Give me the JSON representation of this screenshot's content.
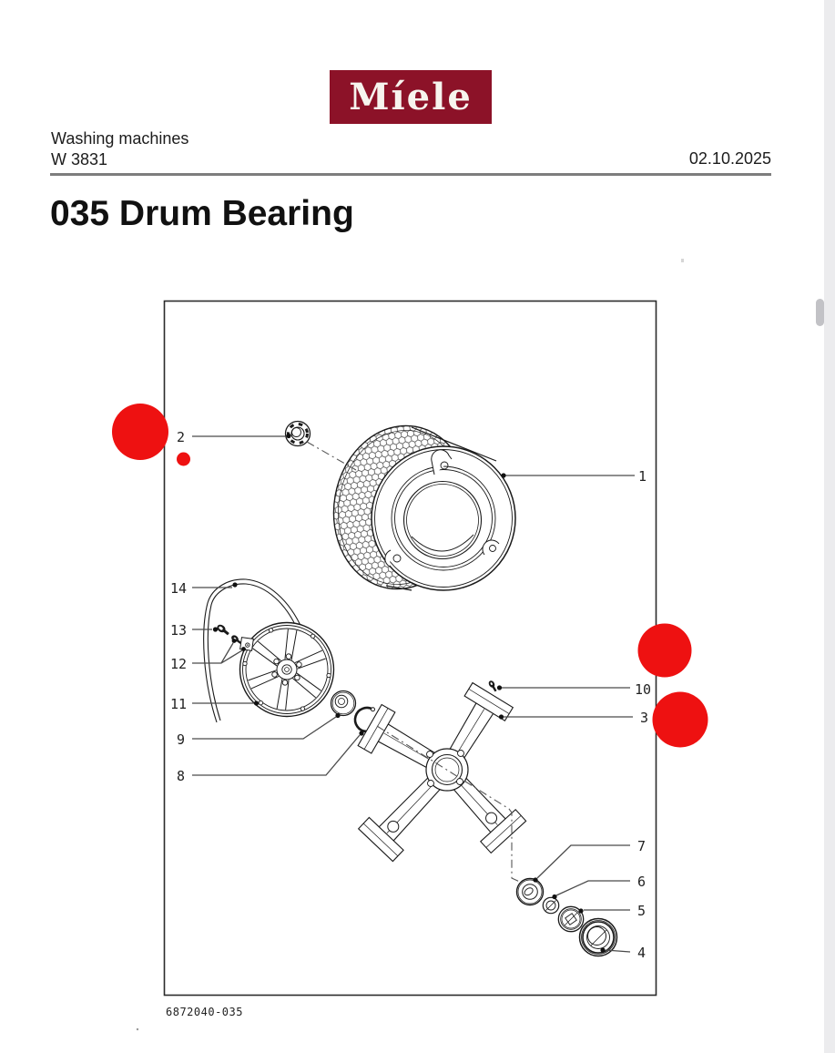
{
  "header": {
    "logo_text": "Míele",
    "product_line": "Washing machines",
    "model": "W 3831",
    "date": "02.10.2025"
  },
  "page_title": "035 Drum Bearing",
  "diagram": {
    "drawing_number": "6872040-035",
    "callouts": [
      "1",
      "2",
      "3",
      "4",
      "5",
      "6",
      "7",
      "8",
      "9",
      "10",
      "11",
      "12",
      "13",
      "14"
    ],
    "colors": {
      "annotation_red": "#ee1111",
      "miele_red": "#8c1228",
      "line_color": "#1a1a1a"
    }
  }
}
